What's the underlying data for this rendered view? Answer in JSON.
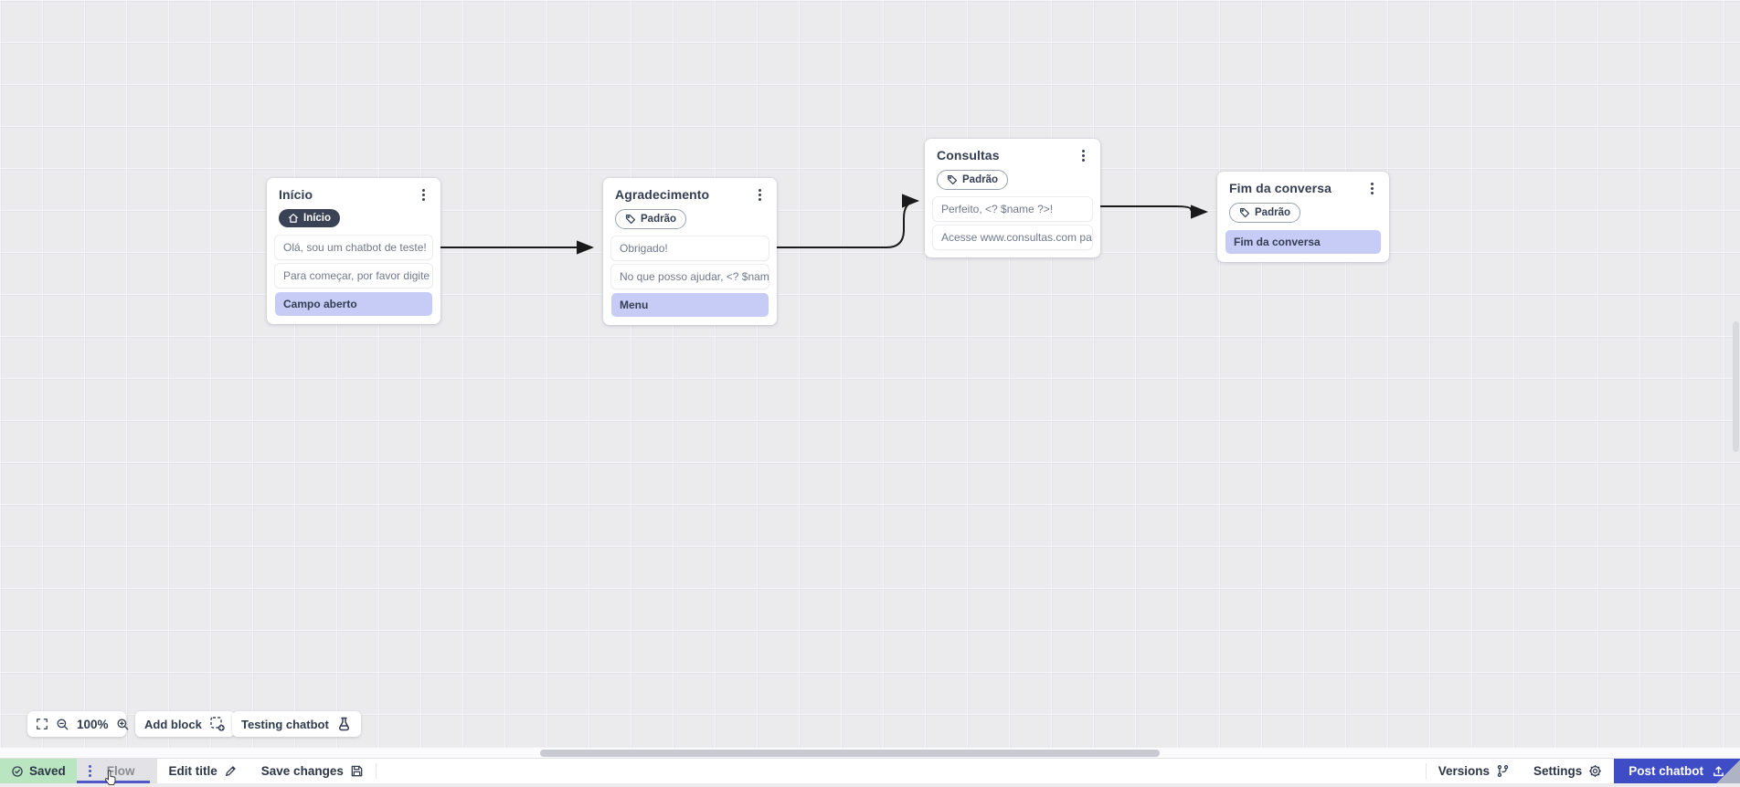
{
  "canvas": {
    "nodes": [
      {
        "title": "Início",
        "badge_label": "Início",
        "badge_icon": "home-icon",
        "rows": [
          "Olá, sou um chatbot de teste!",
          "Para começar, por favor digite o ...",
          "Campo aberto"
        ]
      },
      {
        "title": "Agradecimento",
        "badge_label": "Padrão",
        "badge_icon": "tag-icon",
        "rows": [
          "Obrigado!",
          "No que posso ajudar, <? $name ...",
          "Menu"
        ]
      },
      {
        "title": "Consultas",
        "badge_label": "Padrão",
        "badge_icon": "tag-icon",
        "rows": [
          "Perfeito, <? $name ?>!",
          "Acesse www.consultas.com par..."
        ]
      },
      {
        "title": "Fim da conversa",
        "badge_label": "Padrão",
        "badge_icon": "tag-icon",
        "rows": [
          "Fim da conversa"
        ]
      }
    ]
  },
  "toolbar": {
    "zoom_level": "100%",
    "add_block_label": "Add block",
    "testing_label": "Testing chatbot"
  },
  "bottom_bar": {
    "saved_label": "Saved",
    "flow_tab_label": "Flow",
    "edit_title_label": "Edit title",
    "save_changes_label": "Save changes",
    "versions_label": "Versions",
    "settings_label": "Settings",
    "post_button_label": "Post chatbot"
  },
  "colors": {
    "accent_blue": "#3e4cc6",
    "saved_green": "#b9e5c1",
    "action_row_purple": "#c6ccf5",
    "badge_dark": "#3a4255",
    "connector_black": "#1a1a1a",
    "canvas_bg": "#ebebee"
  }
}
